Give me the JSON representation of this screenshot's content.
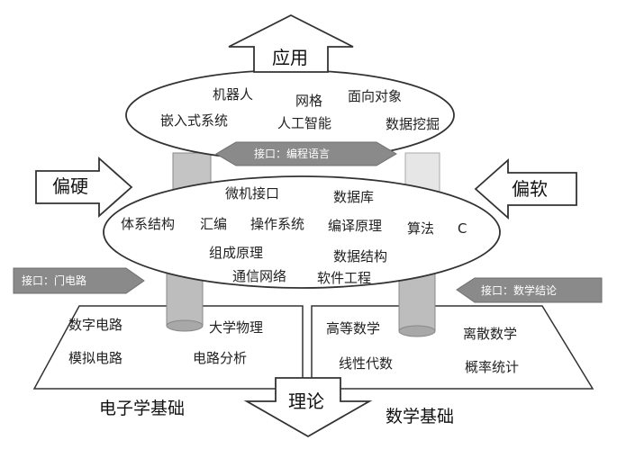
{
  "colors": {
    "outline": "#333333",
    "shape_fill": "#ffffff",
    "cylinder_fill": "#bdbdbd",
    "cylinder_light": "#e2e2e2",
    "interface_bar": "#8a8a8a",
    "interface_text": "#ffffff"
  },
  "top_arrow": {
    "label": "应用"
  },
  "bottom_arrow": {
    "label": "理论"
  },
  "left_arrow": {
    "label": "偏硬"
  },
  "right_arrow": {
    "label": "偏软"
  },
  "top_ellipse": {
    "items": [
      "机器人",
      "网格",
      "面向对象",
      "嵌入式系统",
      "人工智能",
      "数据挖掘"
    ]
  },
  "middle_ellipse": {
    "items": [
      "微机接口",
      "数据库",
      "体系结构",
      "汇编",
      "操作系统",
      "编译原理",
      "算法",
      "C",
      "组成原理",
      "数据结构",
      "通信网络",
      "软件工程"
    ]
  },
  "interfaces": {
    "top": "接口：编程语言",
    "left": "接口：门电路",
    "right": "接口：数学结论"
  },
  "left_base": {
    "title": "电子学基础",
    "items": [
      "数字电路",
      "大学物理",
      "模拟电路",
      "电路分析"
    ]
  },
  "right_base": {
    "title": "数学基础",
    "items": [
      "高等数学",
      "离散数学",
      "线性代数",
      "概率统计"
    ]
  }
}
